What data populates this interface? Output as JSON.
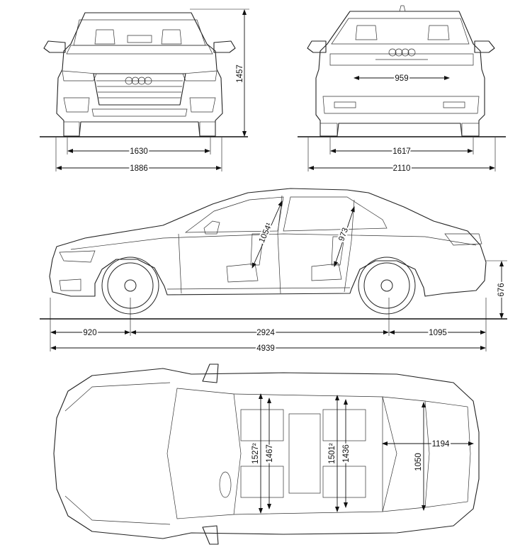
{
  "front_view": {
    "track": "1630",
    "width": "1886",
    "height": "1457"
  },
  "rear_view": {
    "track": "1617",
    "width_mirrors": "2110",
    "boot_opening": "959"
  },
  "side_view": {
    "front_overhang": "920",
    "wheelbase": "2924",
    "rear_overhang": "1095",
    "length": "4939",
    "loading_height": "676",
    "front_headroom": "1054¹",
    "rear_headroom": "973"
  },
  "top_view": {
    "front_elbow_width": "1527²",
    "front_shoulder_width": "1467",
    "rear_elbow_width": "1501²",
    "rear_shoulder_width": "1436",
    "boot_length": "1194",
    "boot_width": "1050"
  }
}
